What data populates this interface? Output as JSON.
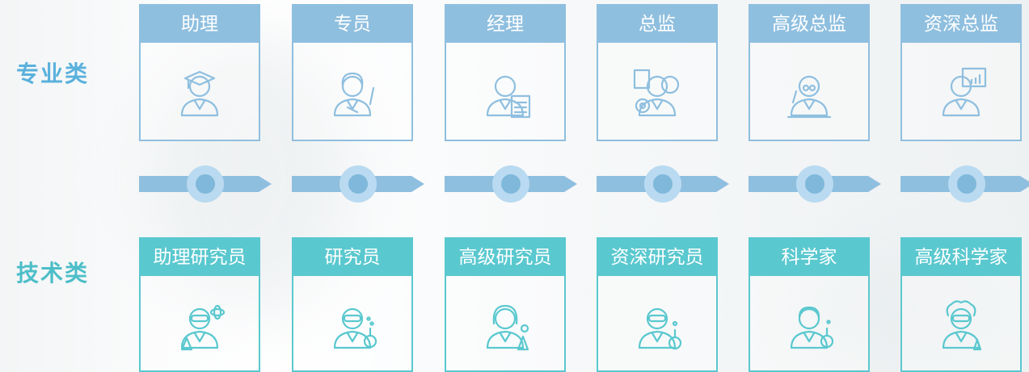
{
  "colors": {
    "professional": "#8fbfdf",
    "technical": "#5ac8cf",
    "label_prof": "#5ab1dc",
    "label_tech": "#4cbec8",
    "arrow": "#8fbfdf",
    "node_outer": "#b9daf0",
    "node_inner": "#7fb8da"
  },
  "tracks": {
    "professional": {
      "label": "专业类",
      "positions": [
        {
          "title": "助理",
          "icon": "graduate-icon"
        },
        {
          "title": "专员",
          "icon": "waving-woman-icon"
        },
        {
          "title": "经理",
          "icon": "manager-document-icon"
        },
        {
          "title": "总监",
          "icon": "director-team-gear-icon"
        },
        {
          "title": "高级总监",
          "icon": "researcher-lab-icon"
        },
        {
          "title": "资深总监",
          "icon": "presenter-chart-icon"
        }
      ]
    },
    "technical": {
      "label": "技术类",
      "positions": [
        {
          "title": "助理研究员",
          "icon": "scientist-atom-icon"
        },
        {
          "title": "研究员",
          "icon": "scientist-flask-icon"
        },
        {
          "title": "高级研究员",
          "icon": "female-scientist-icon"
        },
        {
          "title": "资深研究员",
          "icon": "scientist-beaker-icon"
        },
        {
          "title": "科学家",
          "icon": "scientist-labcoat-icon"
        },
        {
          "title": "高级科学家",
          "icon": "senior-scientist-icon"
        }
      ]
    }
  }
}
